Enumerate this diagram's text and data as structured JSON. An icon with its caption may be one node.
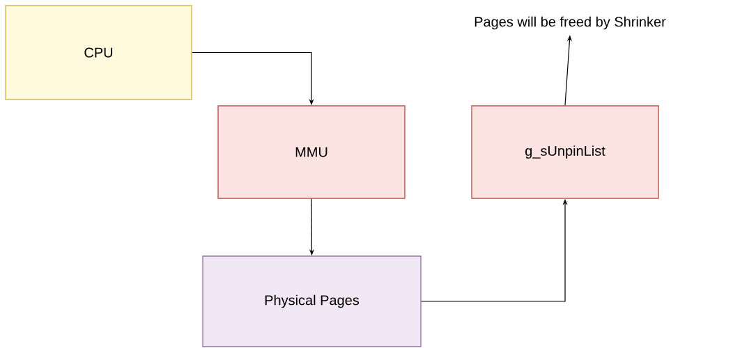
{
  "diagram": {
    "nodes": [
      {
        "text": [
          "CPU"
        ]
      },
      {
        "text": [
          "MMU"
        ]
      },
      {
        "text": [
          "g_sUnpinList"
        ]
      },
      {
        "text": [
          "Physical Pages"
        ]
      },
      {
        "text": [
          "Pages will be freed by Shrinker"
        ]
      }
    ],
    "edges": [
      {
        "from": 0,
        "to": 1,
        "arrow": "to"
      },
      {
        "from": 1,
        "to": 3,
        "arrow": "to"
      },
      {
        "from": 3,
        "to": 2,
        "arrow": "to"
      },
      {
        "from": 2,
        "to": 4,
        "arrow": "to"
      }
    ]
  }
}
